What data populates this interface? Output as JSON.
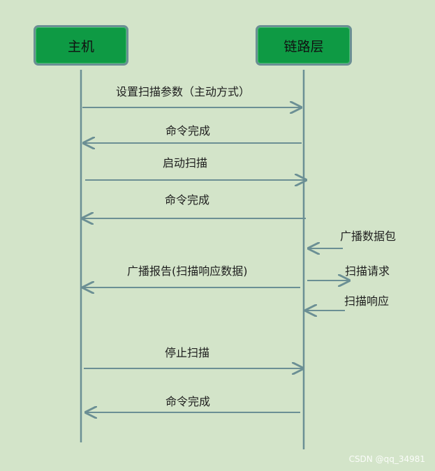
{
  "participants": {
    "host": "主机",
    "link_layer": "链路层"
  },
  "messages": [
    {
      "id": "m1",
      "text": "设置扫描参数（主动方式）",
      "from": "host",
      "to": "link_layer"
    },
    {
      "id": "m2",
      "text": "命令完成",
      "from": "link_layer",
      "to": "host"
    },
    {
      "id": "m3",
      "text": "启动扫描",
      "from": "host",
      "to": "link_layer"
    },
    {
      "id": "m4",
      "text": "命令完成",
      "from": "link_layer",
      "to": "host"
    },
    {
      "id": "m5",
      "text": "广播报告(扫描响应数据)",
      "from": "link_layer",
      "to": "host"
    },
    {
      "id": "m6",
      "text": "停止扫描",
      "from": "host",
      "to": "link_layer"
    },
    {
      "id": "m7",
      "text": "命令完成",
      "from": "link_layer",
      "to": "host"
    }
  ],
  "external_messages": [
    {
      "id": "e1",
      "text": "广播数据包",
      "direction": "incoming"
    },
    {
      "id": "e2",
      "text": "扫描请求",
      "direction": "outgoing"
    },
    {
      "id": "e3",
      "text": "扫描响应",
      "direction": "incoming"
    }
  ],
  "colors": {
    "background": "#d3e4c9",
    "box_fill": "#0e9a44",
    "box_border": "#6b8f94",
    "line": "#6b8f94"
  },
  "watermark": "CSDN @qq_34981"
}
